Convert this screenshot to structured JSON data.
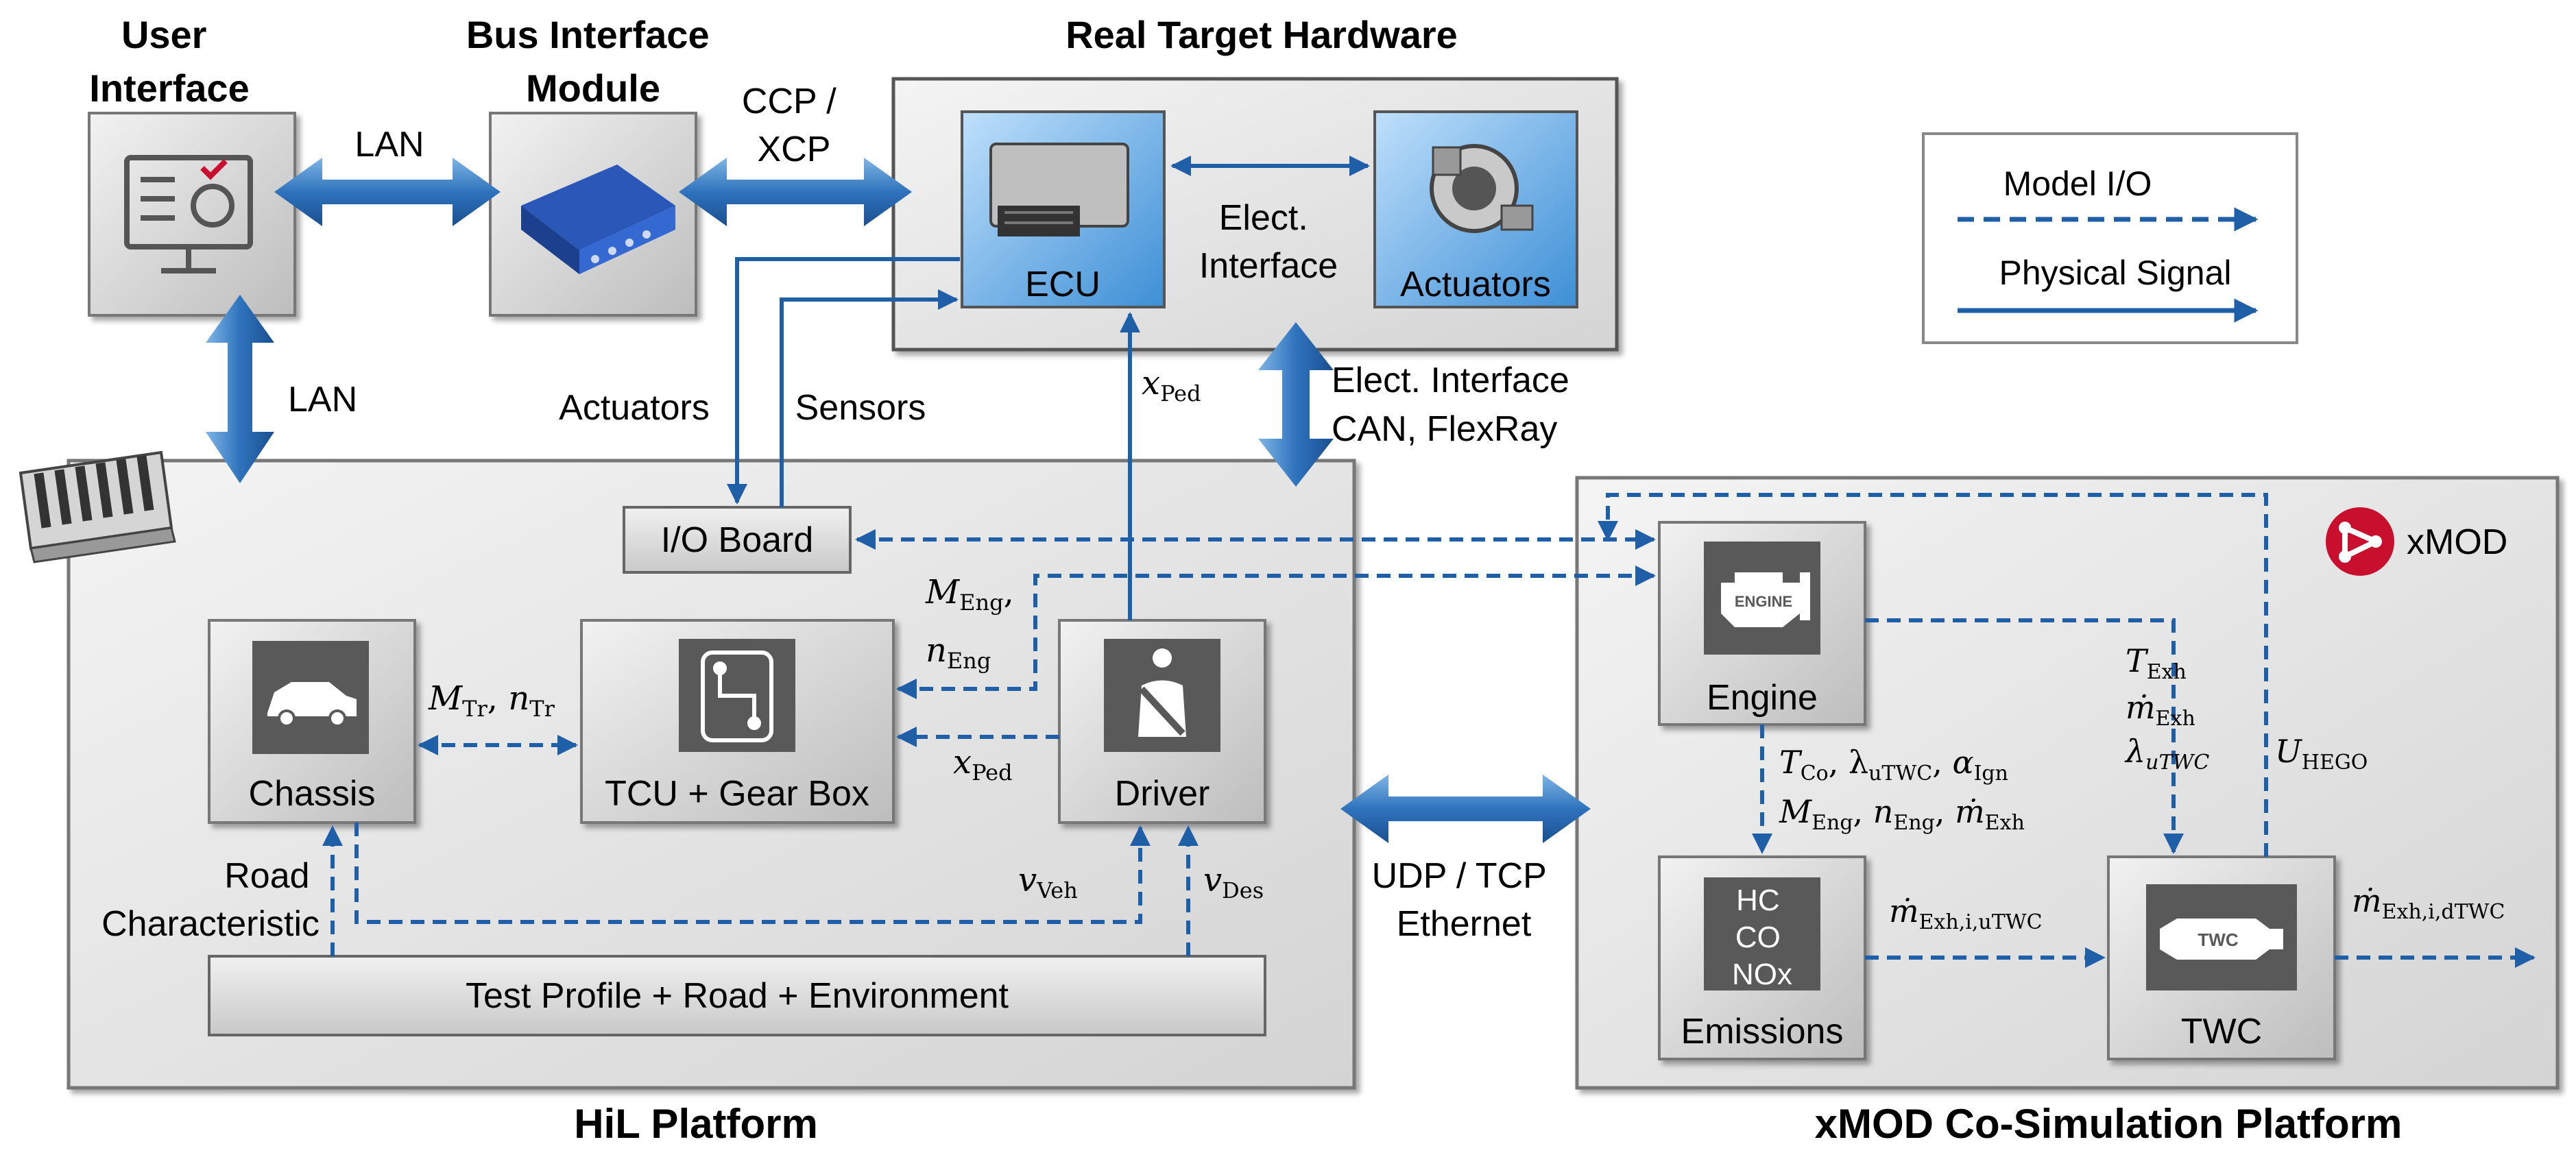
{
  "titles": {
    "user_interface": [
      "User",
      "Interface"
    ],
    "bus_interface_module": [
      "Bus Interface",
      "Module"
    ],
    "real_target_hardware": "Real Target Hardware",
    "hil_platform": "HiL Platform",
    "xmod_platform": "xMOD Co-Simulation Platform"
  },
  "blocks": {
    "ecu": "ECU",
    "actuators": "Actuators",
    "io_board": "I/O Board",
    "chassis": "Chassis",
    "tcu": "TCU + Gear Box",
    "driver": "Driver",
    "test_profile": "Test Profile + Road + Environment",
    "engine": "Engine",
    "engine_badge": "ENGINE",
    "emissions": "Emissions",
    "emissions_species": [
      "HC",
      "CO",
      "NOx"
    ],
    "twc": "TWC",
    "twc_badge": "TWC"
  },
  "links": {
    "lan_top": "LAN",
    "lan_side": "LAN",
    "ccp_xcp": [
      "CCP /",
      "XCP"
    ],
    "elect_interface": [
      "Elect.",
      "Interface"
    ],
    "elect_can": [
      "Elect. Interface",
      "CAN, FlexRay"
    ],
    "actuators_signal": "Actuators",
    "sensors_signal": "Sensors",
    "udp_tcp": [
      "UDP / TCP",
      "Ethernet"
    ],
    "road_characteristic": [
      "Road",
      "Characteristic"
    ]
  },
  "legend": {
    "model_io": "Model I/O",
    "physical_signal": "Physical Signal"
  },
  "brand": {
    "xmod": "xMOD"
  },
  "colors": {
    "arrow_blue": "#1f5fa8",
    "block_gray": "#d9d9d9",
    "ecu_blue": "#4f97d6",
    "brand_red": "#c8102e"
  }
}
